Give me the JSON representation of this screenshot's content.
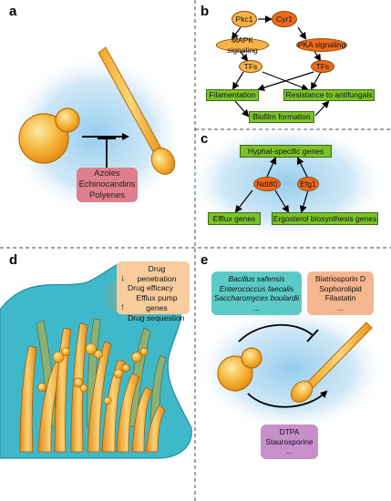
{
  "panels": {
    "a": {
      "label": "a",
      "inhibitors": [
        "Azoles",
        "Echinocandins",
        "Polyenes"
      ]
    },
    "b": {
      "label": "b",
      "nodes": {
        "pkc1": "Pkc1",
        "cyr1": "Cyr1",
        "mapk": "MAPK signaling",
        "pka": "PKA signaling",
        "tfs_left": "TFs",
        "tfs_right": "TFs",
        "filamentation": "Filamentation",
        "resistance": "Resistance to antifungals",
        "biofilm": "Biofilm formation"
      }
    },
    "c": {
      "label": "c",
      "nodes": {
        "hyphal": "Hyphal-specific genes",
        "ndt80": "Ndt80",
        "efg1": "Efg1",
        "efflux": "Efflux genes",
        "ergosterol": "Ergosterol biosynthesis genes"
      }
    },
    "d": {
      "label": "d",
      "down_arrow": "↓",
      "up_arrow": "↑",
      "decreases": [
        "Drug penetration",
        "Drug efficacy"
      ],
      "increases": [
        "Efflux pump genes",
        "Drug sequestion"
      ]
    },
    "e": {
      "label": "e",
      "probiotics": [
        "Bacillus safensis",
        "Enterococcus faecalis",
        "Saccharomyces boulardii",
        "..."
      ],
      "compounds": [
        "Biatriosporin D",
        "Sophorolipid",
        "Filastatin",
        "..."
      ],
      "promoters": [
        "DTPA",
        "Staurosporine",
        "..."
      ]
    }
  },
  "colors": {
    "yeast_light": "#fbd06a",
    "yeast_dark": "#e88c12",
    "blue_glow": "#8ec9ec",
    "green_box": "#7bc22a",
    "orange_light": "#f8b347",
    "orange_dark": "#ee6a1a",
    "pink_box": "#dd7f8c",
    "teal_box": "#5ccac6",
    "salmon_box": "#f5b690",
    "purple_box": "#c790cb",
    "biofilm_matrix": "#3fb8c9"
  }
}
